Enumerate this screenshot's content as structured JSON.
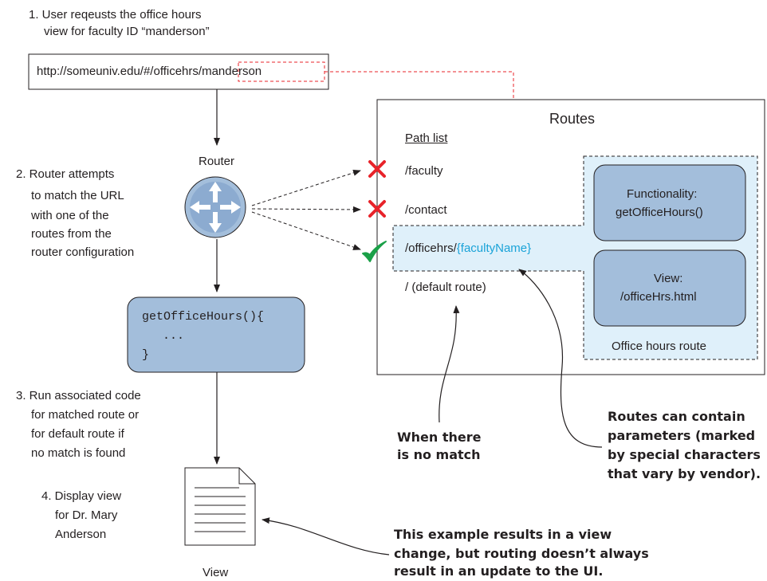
{
  "steps": {
    "s1_line1": "1. User reqeusts the office hours",
    "s1_line2": "view for faculty ID “manderson”",
    "s2_line1": "2. Router attempts",
    "s2_line2": "to match the URL",
    "s2_line3": "with one of the",
    "s2_line4": "routes from the",
    "s2_line5": "router configuration",
    "s3_line1": "3. Run associated code",
    "s3_line2": "for matched route or",
    "s3_line3": "for default route if",
    "s3_line4": "no match is found",
    "s4_line1": "4. Display view",
    "s4_line2": "for Dr. Mary",
    "s4_line3": "Anderson"
  },
  "url": {
    "base": "http://someuniv.edu/#/officehrs/",
    "param": "manderson"
  },
  "router": {
    "label": "Router"
  },
  "code": {
    "line1": "getOfficeHours(){",
    "line2": "...",
    "line3": "}"
  },
  "view": {
    "label": "View"
  },
  "routes": {
    "title": "Routes",
    "path_list_label": "Path list",
    "paths": [
      "/faculty",
      "/contact"
    ],
    "matched_prefix": "/officehrs/",
    "matched_param": "{facultyName}",
    "default": "/ (default route)",
    "office_group_label": "Office hours route",
    "functionality_line1": "Functionality:",
    "functionality_line2": "getOfficeHours()",
    "view_line1": "View:",
    "view_line2": "/officeHrs.html"
  },
  "callouts": {
    "nomatch_line1": "When there",
    "nomatch_line2": "is no match",
    "params_line1": "Routes can contain",
    "params_line2": "parameters (marked",
    "params_line3": "by special characters",
    "params_line4": "that vary by vendor).",
    "example_line1": "This example results in a view",
    "example_line2": "change, but routing doesn’t always",
    "example_line3": "result in an update to the UI."
  },
  "colors": {
    "box_fill": "#a3bedb",
    "route_fill": "#dff0fa",
    "param_blue": "#1aa3d8",
    "red": "#e8232a",
    "green": "#1ba048",
    "dashed_red": "#e8232a"
  }
}
